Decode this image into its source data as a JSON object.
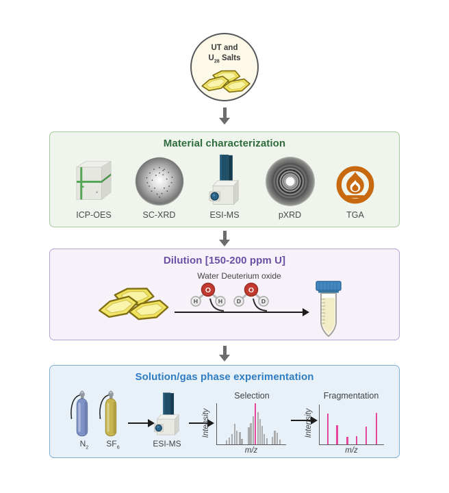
{
  "start": {
    "line1": "UT and",
    "line2_main": "U",
    "line2_sub": "28",
    "line2_tail": " Salts"
  },
  "colors": {
    "characterization_accent": "#2e6b3c",
    "dilution_accent": "#6a4ea3",
    "experimentation_accent": "#2e7cc3",
    "tga_orange": "#c8690f",
    "highlight_pink": "#e5469a",
    "bar_gray": "#a9abad",
    "n2_cylinder": "#7e92c6",
    "sf6_cylinder": "#c6b54f"
  },
  "sections": {
    "characterization": {
      "title": "Material characterization",
      "items": [
        "ICP-OES",
        "SC-XRD",
        "ESI-MS",
        "pXRD",
        "TGA"
      ]
    },
    "dilution": {
      "title": "Dilution [150-200 ppm U]",
      "molecules": [
        {
          "name": "Water",
          "center": "O",
          "left": "H",
          "right": "H"
        },
        {
          "name": "Deuterium oxide",
          "center": "O",
          "left": "D",
          "right": "D"
        }
      ]
    },
    "experimentation": {
      "title": "Solution/gas phase experimentation",
      "gases": [
        {
          "main": "N",
          "sub": "2"
        },
        {
          "main": "SF",
          "sub": "6"
        }
      ],
      "instrument": "ESI-MS",
      "spectra": [
        {
          "type": "bar",
          "title": "Selection",
          "xlabel": "m/z",
          "ylabel": "Intensity",
          "bar_color": "#a9abad",
          "highlight_color": "#e5469a",
          "bars": [
            {
              "x": 0.13,
              "h": 0.1
            },
            {
              "x": 0.17,
              "h": 0.16
            },
            {
              "x": 0.21,
              "h": 0.25
            },
            {
              "x": 0.25,
              "h": 0.5
            },
            {
              "x": 0.28,
              "h": 0.34
            },
            {
              "x": 0.32,
              "h": 0.3
            },
            {
              "x": 0.35,
              "h": 0.14
            },
            {
              "x": 0.45,
              "h": 0.42
            },
            {
              "x": 0.48,
              "h": 0.52
            },
            {
              "x": 0.51,
              "h": 0.68
            },
            {
              "x": 0.545,
              "h": 1.0,
              "hl": true
            },
            {
              "x": 0.58,
              "h": 0.78
            },
            {
              "x": 0.61,
              "h": 0.62
            },
            {
              "x": 0.64,
              "h": 0.45
            },
            {
              "x": 0.675,
              "h": 0.25
            },
            {
              "x": 0.71,
              "h": 0.15
            },
            {
              "x": 0.79,
              "h": 0.18
            },
            {
              "x": 0.825,
              "h": 0.34
            },
            {
              "x": 0.86,
              "h": 0.28
            },
            {
              "x": 0.9,
              "h": 0.12
            }
          ]
        },
        {
          "type": "bar",
          "title": "Fragmentation",
          "xlabel": "m/z",
          "ylabel": "Intensity",
          "bar_color": "#e5469a",
          "highlight_color": "#e5469a",
          "bars": [
            {
              "x": 0.12,
              "h": 0.78
            },
            {
              "x": 0.26,
              "h": 0.49
            },
            {
              "x": 0.42,
              "h": 0.19
            },
            {
              "x": 0.56,
              "h": 0.21
            },
            {
              "x": 0.71,
              "h": 0.44
            },
            {
              "x": 0.87,
              "h": 0.8
            }
          ]
        }
      ]
    }
  }
}
